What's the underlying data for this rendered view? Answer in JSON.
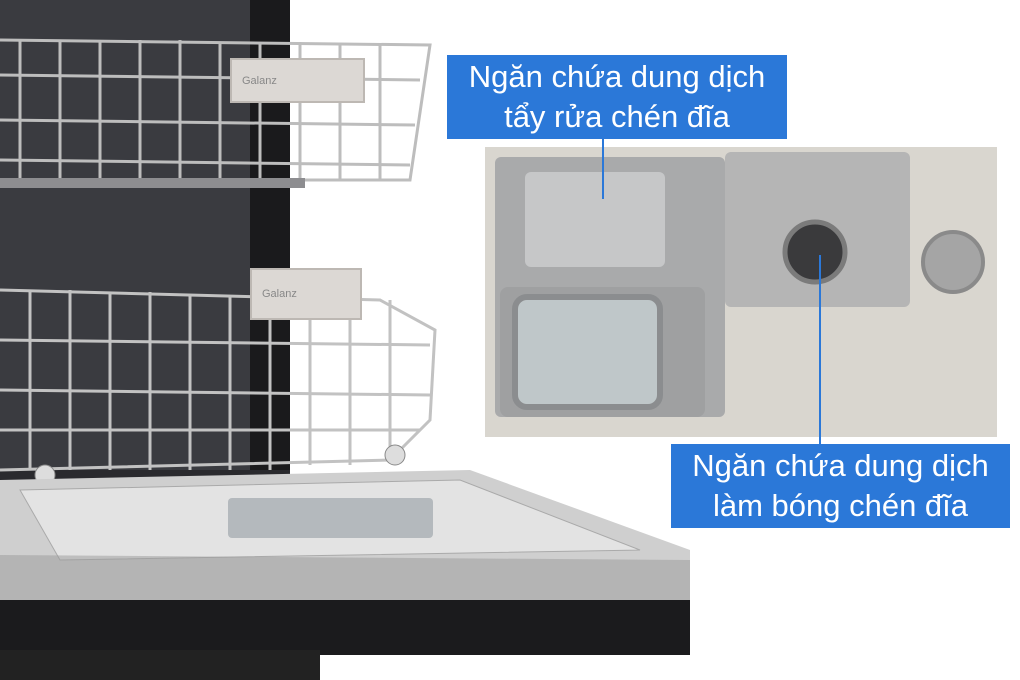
{
  "product": {
    "brand_label_upper": "Galanz",
    "brand_label_lower": "Galanz"
  },
  "callouts": {
    "detergent": {
      "line1": "Ngăn chứa dung dịch",
      "line2": "tẩy rửa chén đĩa"
    },
    "rinse_aid": {
      "line1": "Ngăn chứa dung dịch",
      "line2": "làm bóng chén đĩa"
    }
  },
  "colors": {
    "callout_bg": "#2b78d8",
    "callout_text": "#ffffff",
    "body": "#1b1b1d",
    "steel": "#b8b6b2"
  }
}
